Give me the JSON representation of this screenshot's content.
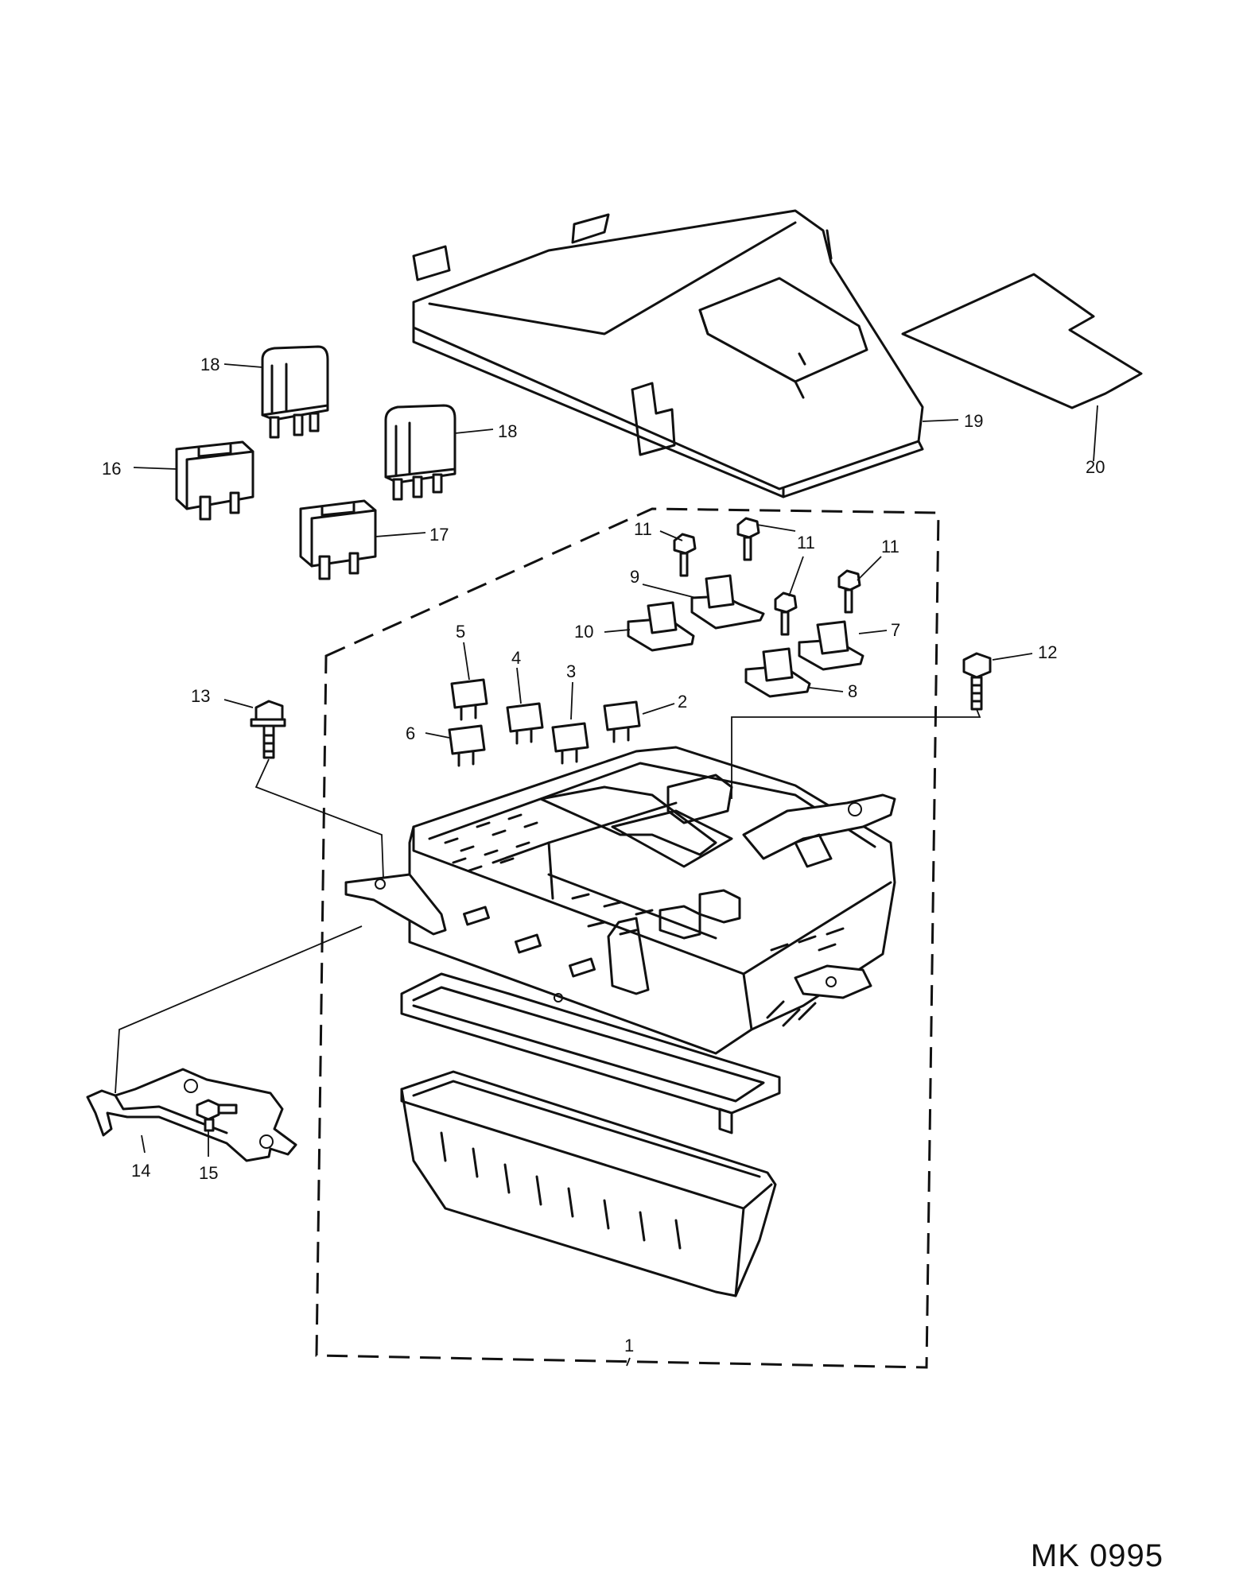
{
  "diagram": {
    "reference_code": "MK 0995",
    "callouts": {
      "c1": "1",
      "c2": "2",
      "c3": "3",
      "c4": "4",
      "c5": "5",
      "c6": "6",
      "c7": "7",
      "c8": "8",
      "c9": "9",
      "c10": "10",
      "c11a": "11",
      "c11b": "11",
      "c11c": "11",
      "c12": "12",
      "c13": "13",
      "c14": "14",
      "c15": "15",
      "c16": "16",
      "c17": "17",
      "c18a": "18",
      "c18b": "18",
      "c19": "19",
      "c20": "20"
    }
  }
}
